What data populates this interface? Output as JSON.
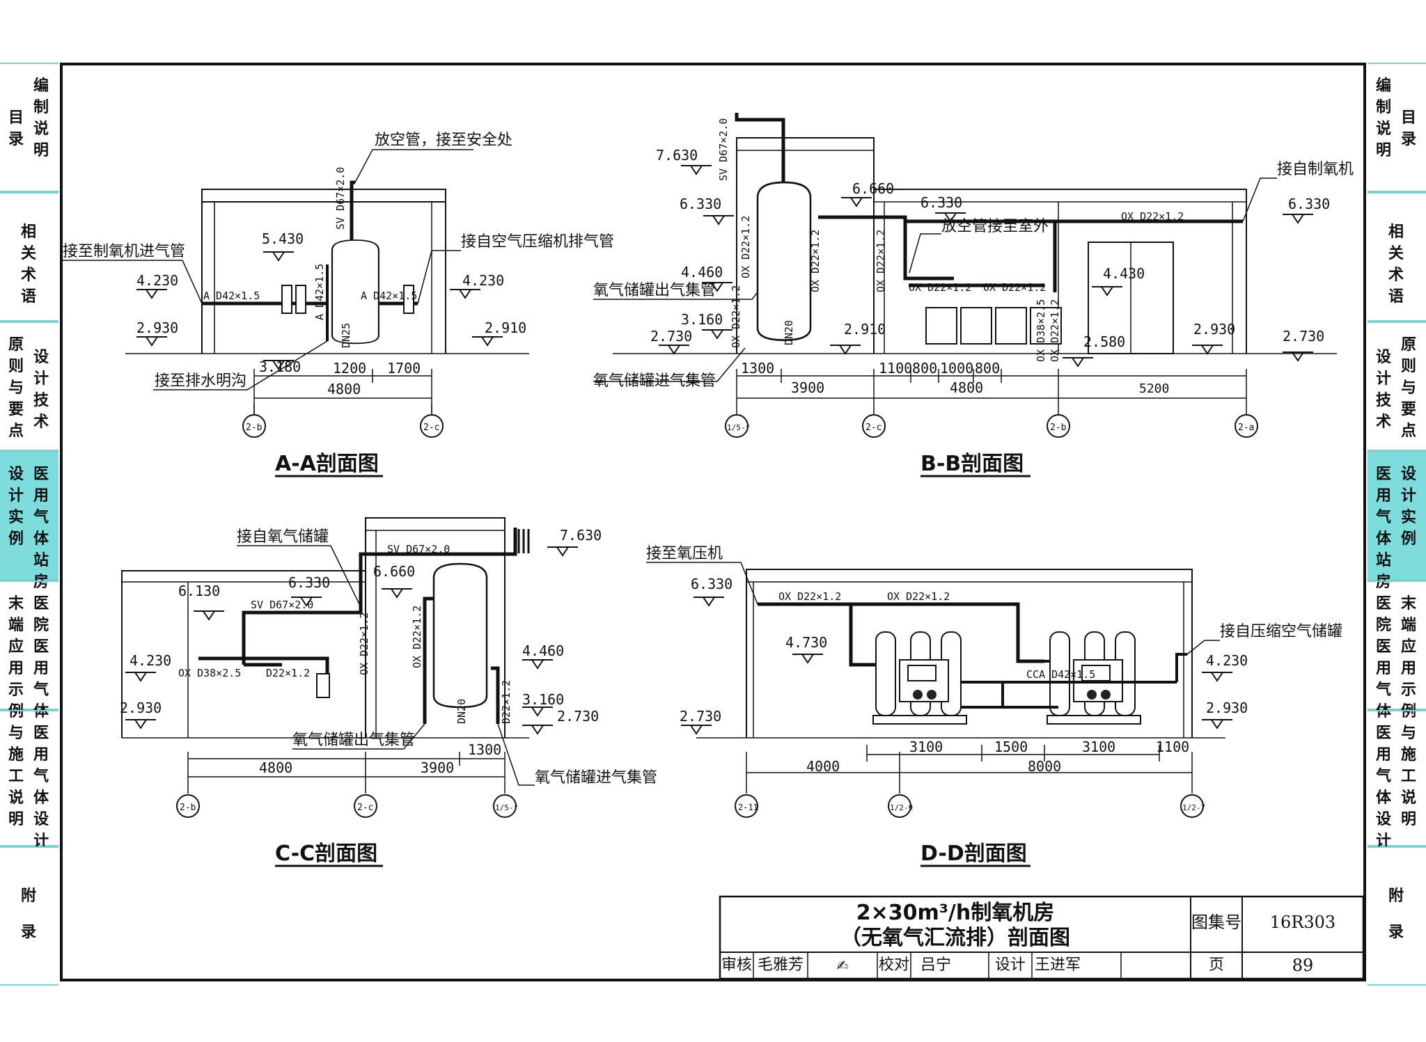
{
  "left_nav": [
    {
      "col1": "目录",
      "col2": "编制说明",
      "active": false
    },
    {
      "col1": "",
      "col2": "相关术语",
      "active": false
    },
    {
      "col1": "原则与要点",
      "col2": "设计技术",
      "active": false
    },
    {
      "col1": "设计实例",
      "col2": "医用气体站房",
      "active": true
    },
    {
      "col1": "末端应用示例",
      "col2": "医院医用气体",
      "active": false
    },
    {
      "col1": "与施工说明",
      "col2": "医用气体设计",
      "active": false
    },
    {
      "col1": "",
      "col2": "附录",
      "active": false
    }
  ],
  "right_nav": [
    {
      "col1": "编制说明",
      "col2": "目录",
      "active": false
    },
    {
      "col1": "相关术语",
      "col2": "",
      "active": false
    },
    {
      "col1": "设计技术",
      "col2": "原则与要点",
      "active": false
    },
    {
      "col1": "医用气体站房",
      "col2": "设计实例",
      "active": true
    },
    {
      "col1": "医院医用气体",
      "col2": "末端应用示例",
      "active": false
    },
    {
      "col1": "医用气体设计",
      "col2": "与施工说明",
      "active": false
    },
    {
      "col1": "附录",
      "col2": "",
      "active": false
    }
  ],
  "sections": {
    "aa": {
      "title": "A-A剖面图",
      "labels": [
        "放空管，接至安全处",
        "接至制氧机进气管",
        "接自空气压缩机排气管",
        "接至排水明沟"
      ],
      "elevations": [
        "5.430",
        "4.230",
        "2.930",
        "4.230",
        "2.910",
        "3.180"
      ],
      "pipes": [
        "SV D67×2.0",
        "A D42×1.5",
        "A D42×1.5",
        "A D42×1.5",
        "DN25"
      ],
      "dims": [
        "1200",
        "1700",
        "4800"
      ],
      "axes": [
        "2-b",
        "2-c"
      ]
    },
    "bb": {
      "title": "B-B剖面图",
      "labels": [
        "接自制氧机",
        "放空管接至室外",
        "氧气储罐出气集管",
        "氧气储罐进气集管"
      ],
      "elevations": [
        "7.630",
        "6.330",
        "6.660",
        "6.330",
        "4.460",
        "3.160",
        "2.730",
        "2.910",
        "4.430",
        "2.580",
        "2.930",
        "6.330",
        "2.730"
      ],
      "pipes": [
        "SV D67×2.0",
        "OX D22×1.2",
        "OX D22×1.2",
        "OX D22×1.2",
        "OX D22×1.2",
        "OX D22×1.2",
        "OX D22×1.2",
        "OX D22×1.2",
        "OX D38×2.5",
        "OX D22×1.2",
        "DN20"
      ],
      "dims": [
        "1300",
        "3900",
        "1100",
        "800",
        "1000",
        "800",
        "4800",
        "5200"
      ],
      "axes": [
        "1/5-f",
        "2-c",
        "2-b",
        "2-a"
      ]
    },
    "cc": {
      "title": "C-C剖面图",
      "labels": [
        "接自氧气储罐",
        "氧气储罐出气集管",
        "氧气储罐进气集管"
      ],
      "elevations": [
        "7.630",
        "6.130",
        "6.330",
        "6.660",
        "4.230",
        "2.930",
        "4.460",
        "3.160",
        "2.730"
      ],
      "pipes": [
        "SV D67×2.0",
        "SV D67×2.0",
        "OX D38×2.5",
        "D22×1.2",
        "OX D22×1.2",
        "OX D22×1.2",
        "D22×1.2",
        "DN20"
      ],
      "dims": [
        "4800",
        "3900",
        "1300"
      ],
      "axes": [
        "2-b",
        "2-c",
        "1/5-f"
      ]
    },
    "dd": {
      "title": "D-D剖面图",
      "labels": [
        "接至氧压机",
        "接自压缩空气储罐"
      ],
      "elevations": [
        "6.330",
        "4.730",
        "2.730",
        "4.230",
        "2.930"
      ],
      "pipes": [
        "OX D22×1.2",
        "OX D22×1.2",
        "CCA D42×1.5"
      ],
      "dims": [
        "3100",
        "1500",
        "3100",
        "1100",
        "4000",
        "8000"
      ],
      "axes": [
        "2-11",
        "1/2-9",
        "1/2-7"
      ]
    }
  },
  "title_block": {
    "title_line1": "2×30m³/h制氧机房",
    "title_line2": "（无氧气汇流排）剖面图",
    "atlas_label": "图集号",
    "atlas_no": "16R303",
    "review_label": "审核",
    "reviewer": "毛雅芳",
    "check_label": "校对",
    "checker": "吕宁",
    "design_label": "设计",
    "designer": "王进军",
    "page_label": "页",
    "page_no": "89"
  }
}
